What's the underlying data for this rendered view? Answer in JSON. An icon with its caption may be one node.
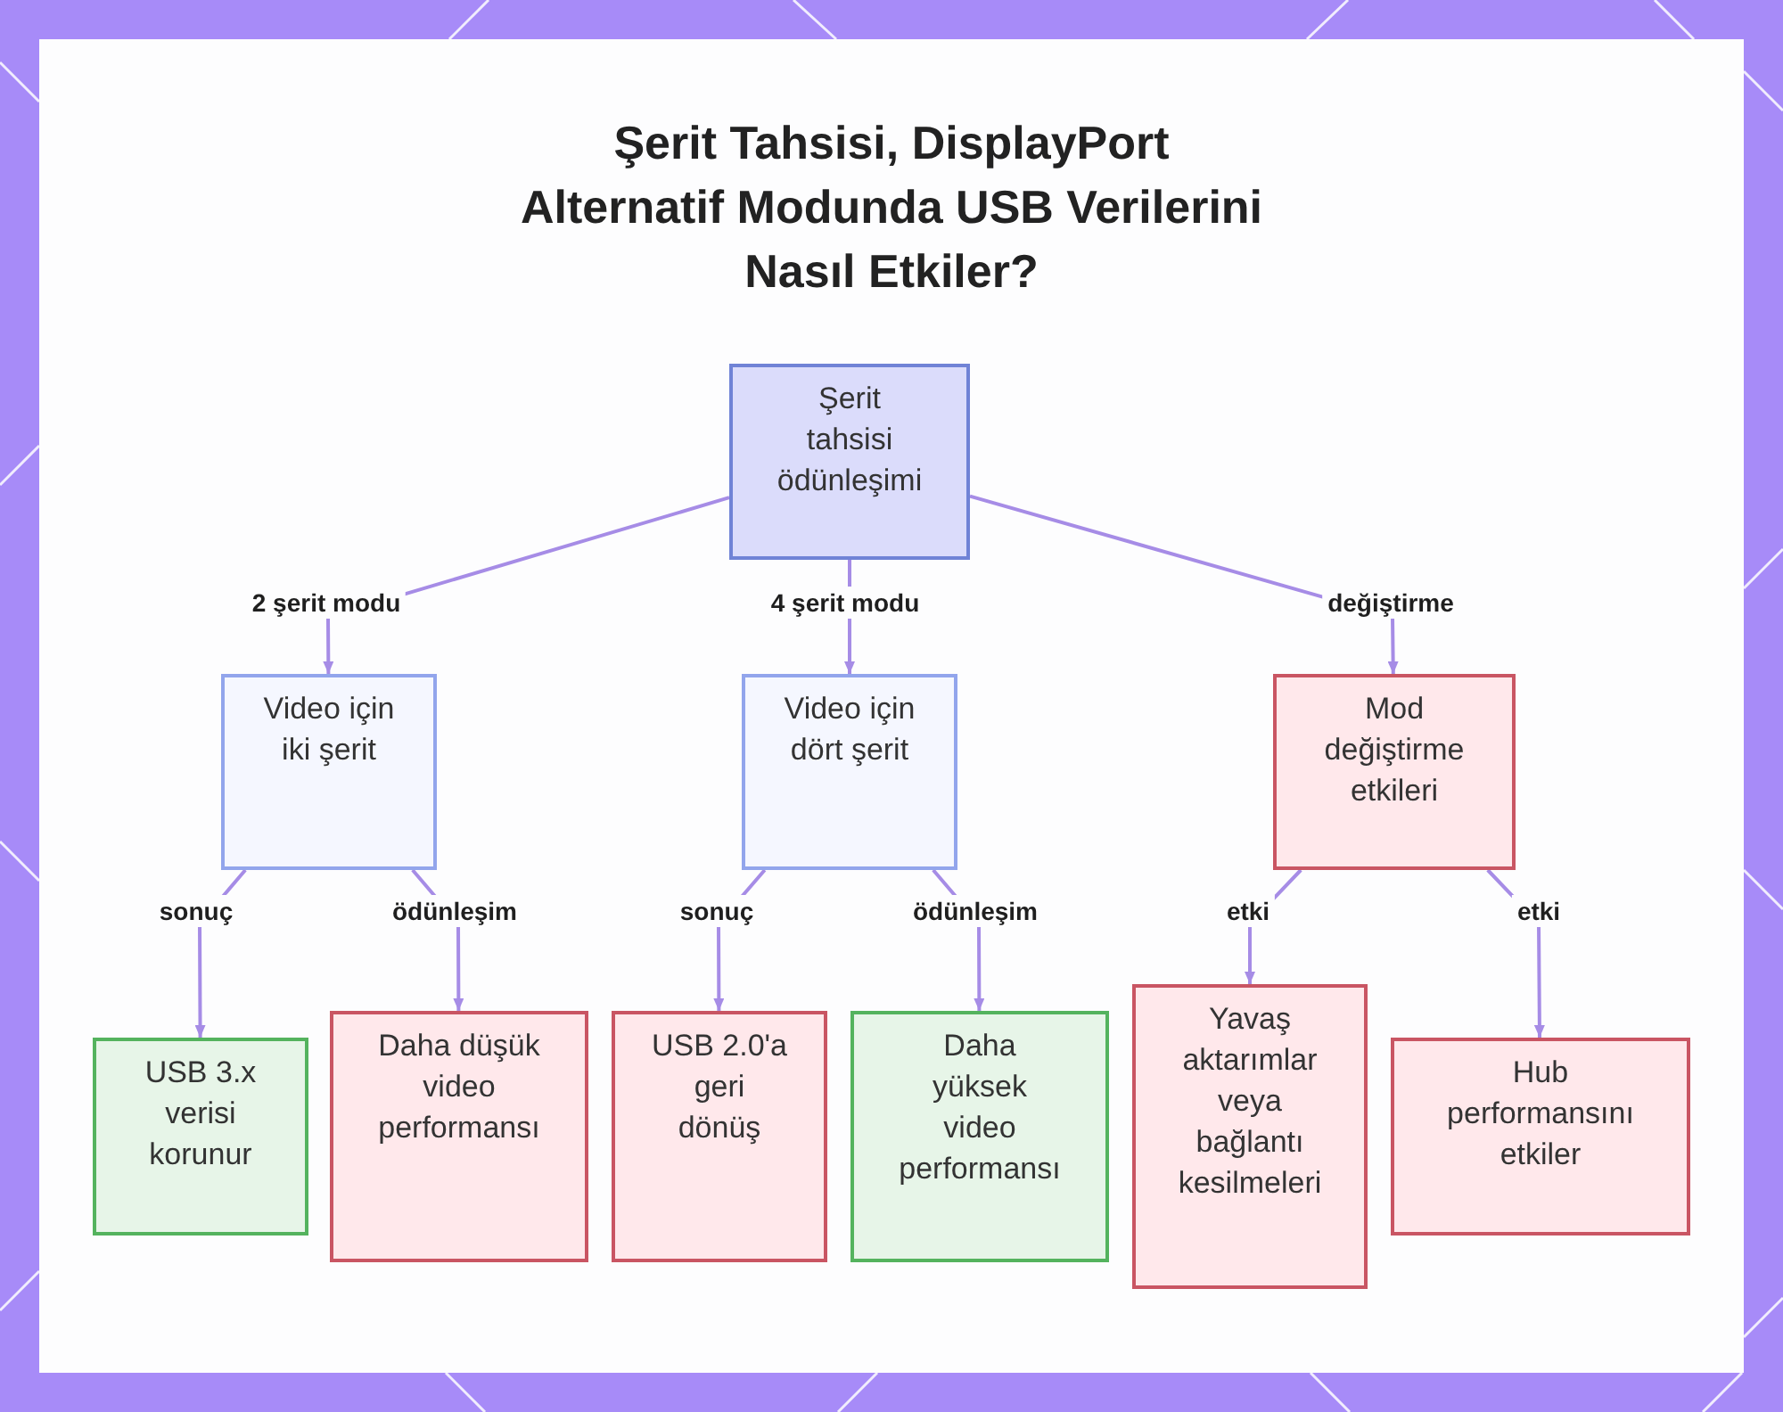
{
  "diagram": {
    "title": "Şerit Tahsisi, DisplayPort Alternatif Modunda USB Verilerini Nasıl Etkiler?",
    "nodes": [
      {
        "text": [
          "Şerit tahsisi ödünleşimi"
        ]
      },
      {
        "text": [
          "Video için iki şerit"
        ]
      },
      {
        "text": [
          "Video için dört şerit"
        ]
      },
      {
        "text": [
          "Mod değiştirme etkileri"
        ]
      },
      {
        "text": [
          "USB 3.x verisi korunur"
        ]
      },
      {
        "text": [
          "Daha düşük video performansı"
        ]
      },
      {
        "text": [
          "USB 2.0'a geri dönüş"
        ]
      },
      {
        "text": [
          "Daha yüksek video performansı"
        ]
      },
      {
        "text": [
          "Yavaş aktarımlar veya bağlantı kesilmeleri"
        ]
      },
      {
        "text": [
          "Hub performansını etkiler"
        ]
      }
    ],
    "edges": [
      {
        "from": 0,
        "to": 1,
        "label": "2 şerit modu",
        "arrow": "to"
      },
      {
        "from": 0,
        "to": 2,
        "label": "4 şerit modu",
        "arrow": "to"
      },
      {
        "from": 0,
        "to": 3,
        "label": "değiştirme",
        "arrow": "to"
      },
      {
        "from": 1,
        "to": 4,
        "label": "sonuç",
        "arrow": "to"
      },
      {
        "from": 1,
        "to": 5,
        "label": "ödünleşim",
        "arrow": "to"
      },
      {
        "from": 2,
        "to": 6,
        "label": "sonuç",
        "arrow": "to"
      },
      {
        "from": 2,
        "to": 7,
        "label": "ödünleşim",
        "arrow": "to"
      },
      {
        "from": 3,
        "to": 8,
        "label": "etki",
        "arrow": "to"
      },
      {
        "from": 3,
        "to": 9,
        "label": "etki",
        "arrow": "to"
      }
    ]
  }
}
